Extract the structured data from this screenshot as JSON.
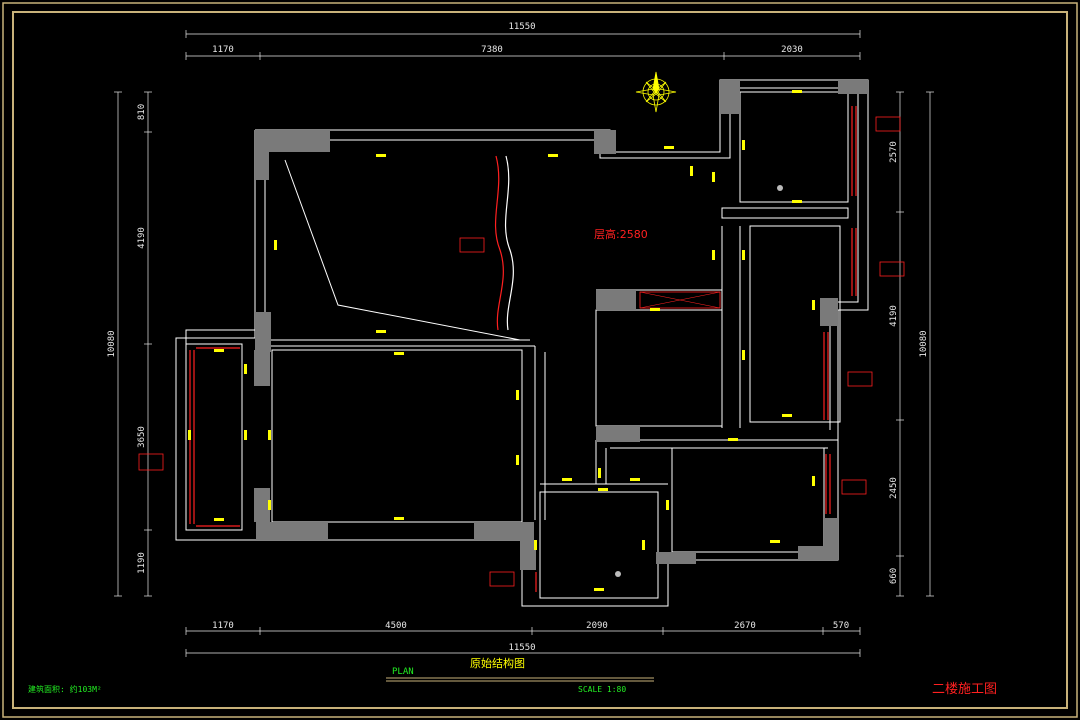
{
  "dimensions": {
    "top_total": "11550",
    "top_segments": [
      "1170",
      "7380",
      "2030"
    ],
    "bottom_segments": [
      "1170",
      "4500",
      "2090",
      "2670",
      "570"
    ],
    "bottom_total": "11550",
    "left_segments": [
      "810",
      "4190",
      "3650",
      "1190"
    ],
    "left_total": "10080",
    "right_segments": [
      "2570",
      "4190",
      "2450",
      "660"
    ],
    "right_total": "10080"
  },
  "annotations": {
    "ceiling_height": "层高:2580"
  },
  "footer": {
    "area_label": "建筑面积: 约103M²",
    "plan_label": "PLAN",
    "plan_title": "原始结构图",
    "scale_label": "SCALE 1:80",
    "sheet_title": "二楼施工图"
  },
  "colors": {
    "background": "#000000",
    "frame": "#c8b27a",
    "wall_line": "#ffffff",
    "column_fill": "#7a7a7a",
    "dimension": "#e8e8e8",
    "annotation_red": "#ff2020",
    "annotation_yellow": "#ffff00",
    "label_green": "#22ee22"
  },
  "icons": [
    "compass-rose-icon"
  ]
}
